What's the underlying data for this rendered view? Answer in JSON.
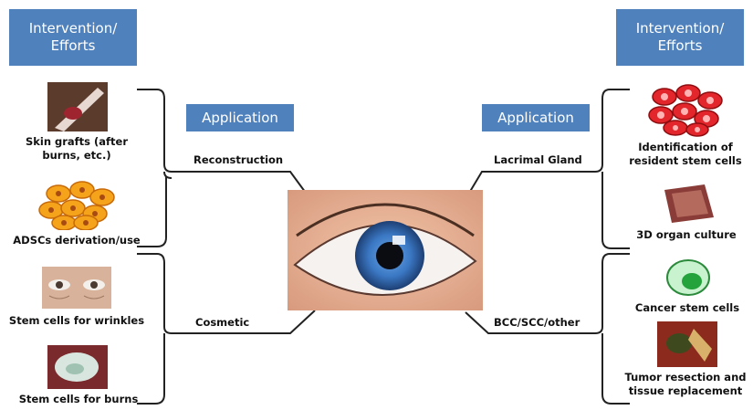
{
  "left": {
    "header": "Intervention/ Efforts",
    "application_label": "Application",
    "items": [
      {
        "label": "Skin grafts (after burns, etc.)",
        "icon": "skin-graft-image"
      },
      {
        "label": "ADSCs derivation/use",
        "icon": "adipose-cells-image"
      },
      {
        "label": "Stem cells for wrinkles",
        "icon": "wrinkles-eyes-image"
      },
      {
        "label": "Stem cells for burns",
        "icon": "burn-wound-image"
      }
    ],
    "applications": [
      "Reconstruction",
      "Cosmetic"
    ]
  },
  "right": {
    "header": "Intervention/ Efforts",
    "application_label": "Application",
    "items": [
      {
        "label": "Identification of resident stem cells",
        "icon": "red-cells-image"
      },
      {
        "label": "3D organ culture",
        "icon": "organ-tissue-image"
      },
      {
        "label": "Cancer stem cells",
        "icon": "cancer-stem-cell-image"
      },
      {
        "label": "Tumor resection and tissue replacement",
        "icon": "tumor-surgery-image"
      }
    ],
    "applications": [
      "Lacrimal Gland",
      "BCC/SCC/other"
    ]
  },
  "center": {
    "icon": "eye-image"
  },
  "colors": {
    "box_blue": "#4f81bd",
    "line": "#222222",
    "iris": "#3b78c4"
  }
}
